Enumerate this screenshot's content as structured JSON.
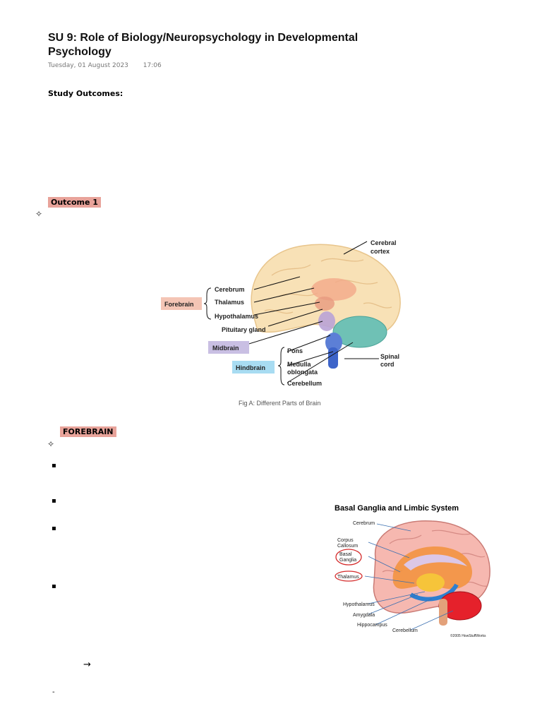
{
  "doc": {
    "title": "SU 9: Role of Biology/Neuropsychology in Developmental Psychology",
    "date": "Tuesday, 01 August 2023",
    "time": "17:06",
    "study_outcomes": "Study Outcomes:",
    "outcome1": "Outcome 1",
    "forebrain_heading": "FOREBRAIN",
    "sparkle": "✧",
    "bullet": "▪",
    "arrow": "→",
    "dash": "-"
  },
  "figA": {
    "caption": "Fig A: Different Parts of Brain",
    "cerebral_cortex_1": "Cerebral",
    "cerebral_cortex_2": "cortex",
    "cerebrum": "Cerebrum",
    "thalamus": "Thalamus",
    "hypothalamus": "Hypothalamus",
    "pituitary": "Pituitary gland",
    "forebrain": "Forebrain",
    "midbrain": "Midbrain",
    "hindbrain": "Hindbrain",
    "pons": "Pons",
    "medulla_1": "Medulla",
    "medulla_2": "oblongata",
    "cerebellum": "Cerebellum",
    "spinal_1": "Spinal",
    "spinal_2": "cord"
  },
  "figB": {
    "title": "Basal Ganglia and Limbic System",
    "cerebrum": "Cerebrum",
    "corpus_1": "Corpus",
    "corpus_2": "Callosum",
    "basal_1": "Basal",
    "basal_2": "Ganglia",
    "thalamus": "Thalamus",
    "hypothalamus": "Hypothalamus",
    "amygdala": "Amygdala",
    "hippocampus": "Hippocampus",
    "cerebellum": "Cerebellum",
    "credit": "©2005 HowStuffWorks"
  }
}
